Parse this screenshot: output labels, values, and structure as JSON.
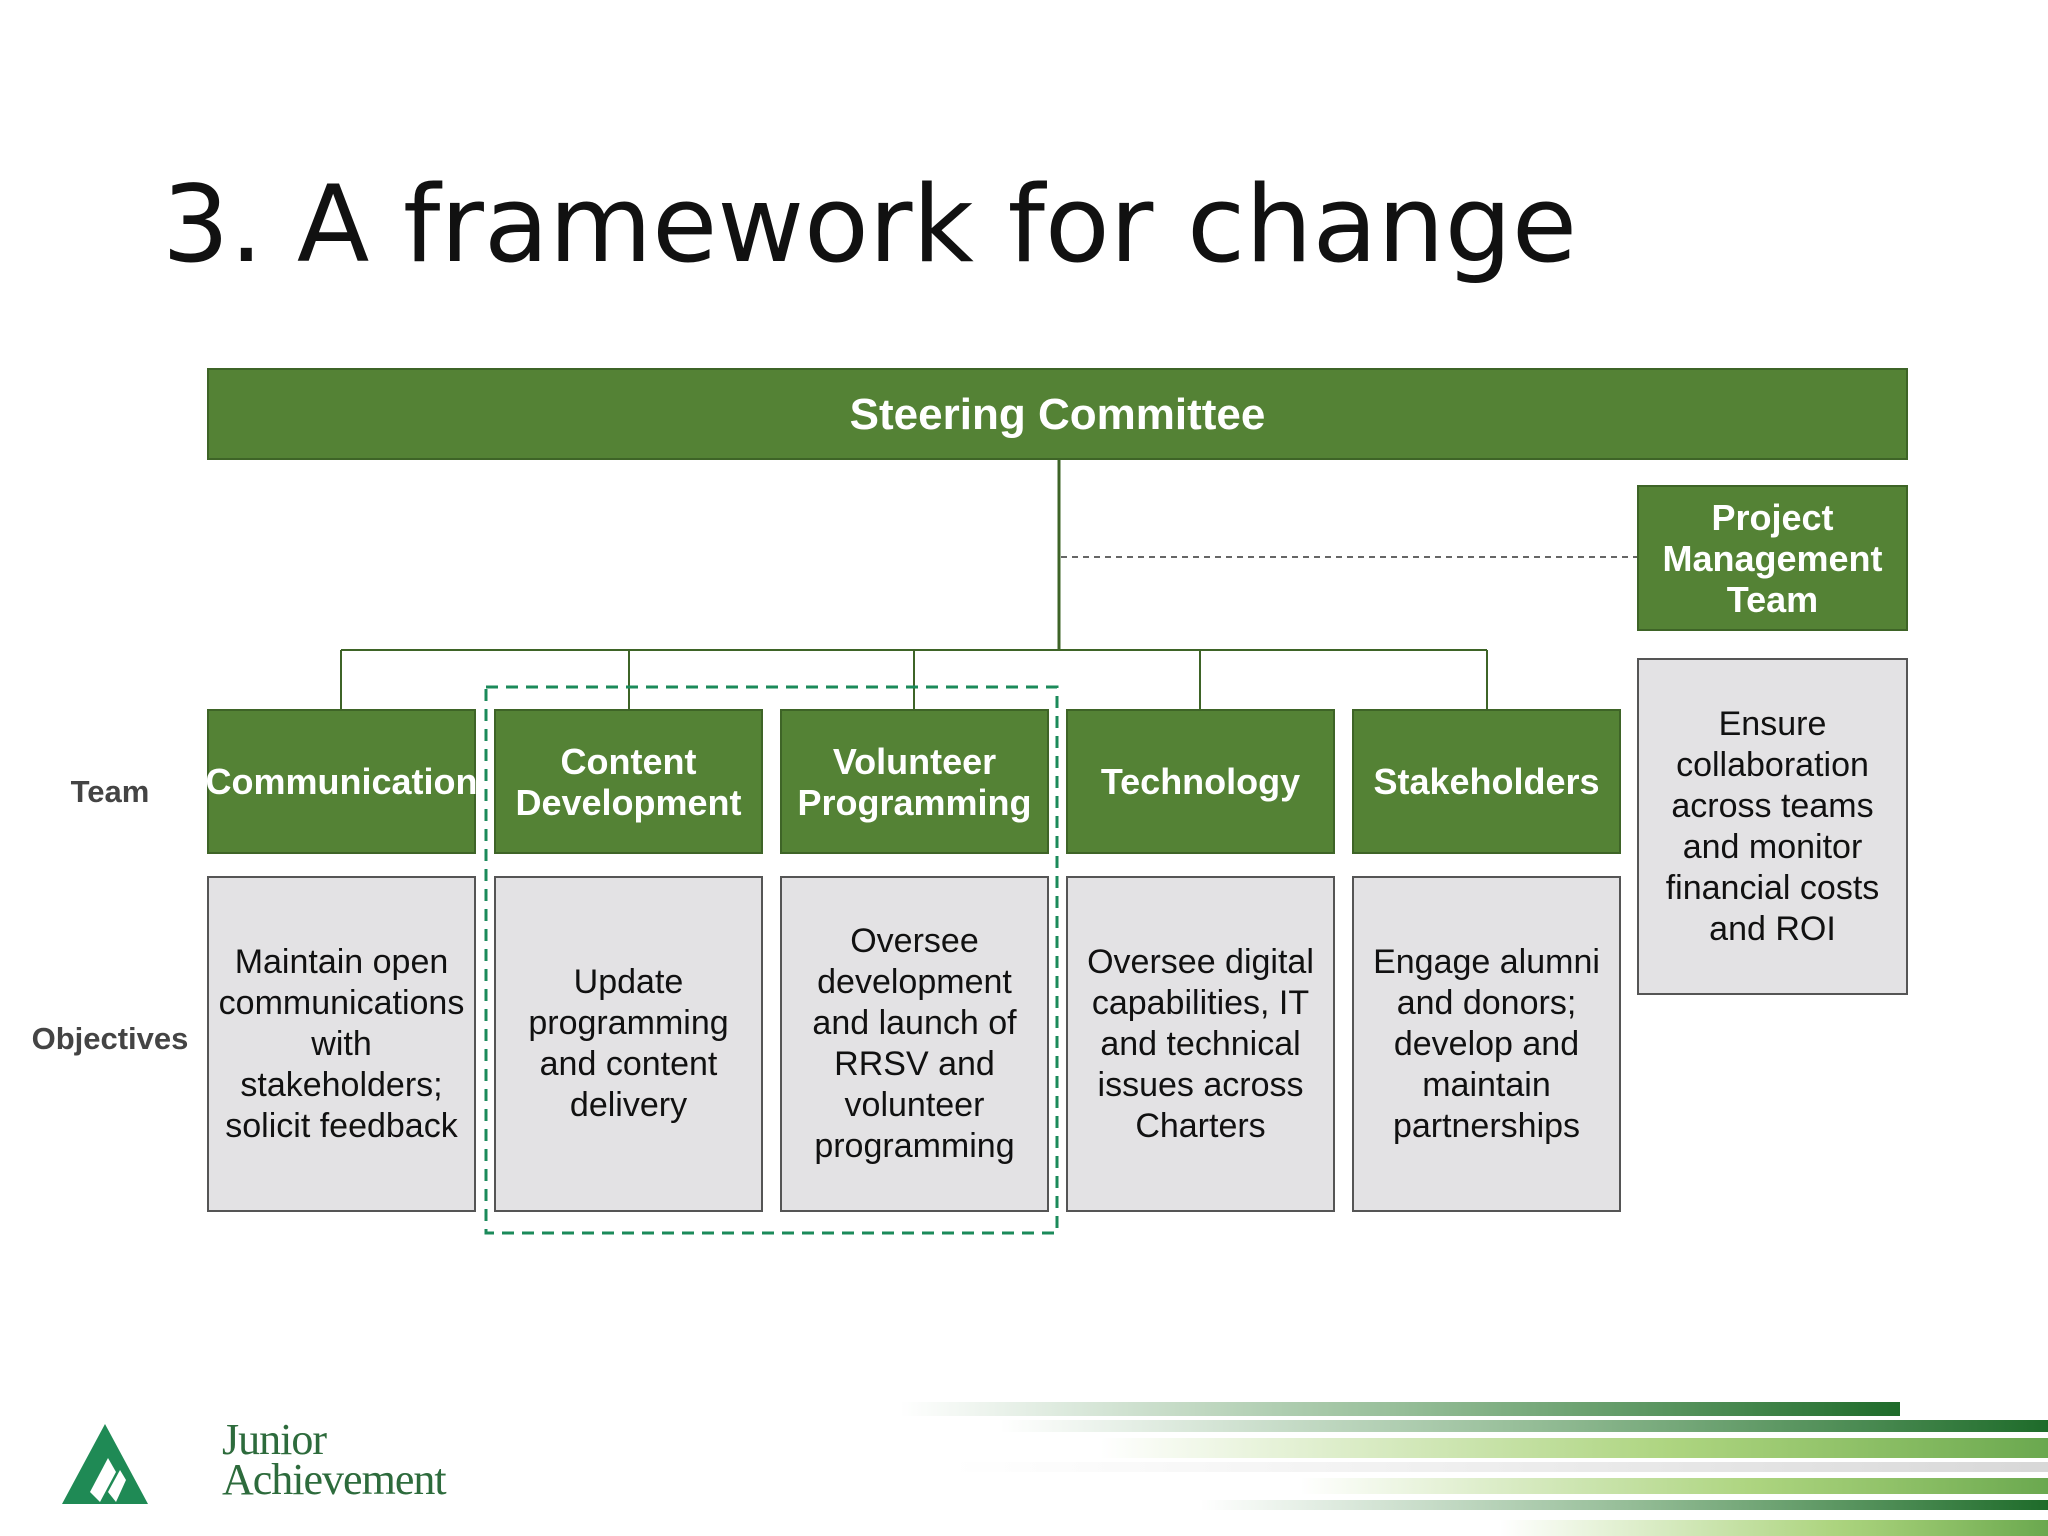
{
  "slide": {
    "title": "3. A framework for change"
  },
  "row_labels": {
    "team": "Team",
    "objectives": "Objectives"
  },
  "steering": {
    "label": "Steering Committee"
  },
  "pmt": {
    "label_lines": [
      "Project",
      "Management",
      "Team"
    ],
    "objective_lines": [
      "Ensure",
      "collaboration",
      "across teams",
      "and monitor",
      "financial costs",
      "and ROI"
    ]
  },
  "teams": [
    {
      "label_lines": [
        "Communication"
      ],
      "objective_lines": [
        "Maintain open",
        "communications",
        "with",
        "stakeholders;",
        "solicit feedback"
      ]
    },
    {
      "label_lines": [
        "Content",
        "Development"
      ],
      "objective_lines": [
        "Update",
        "programming",
        "and content",
        "delivery"
      ]
    },
    {
      "label_lines": [
        "Volunteer",
        "Programming"
      ],
      "objective_lines": [
        "Oversee",
        "development",
        "and launch of",
        "RRSV and",
        "volunteer",
        "programming"
      ]
    },
    {
      "label_lines": [
        "Technology"
      ],
      "objective_lines": [
        "Oversee digital",
        "capabilities, IT",
        "and technical",
        "issues across",
        "Charters"
      ]
    },
    {
      "label_lines": [
        "Stakeholders"
      ],
      "objective_lines": [
        "Engage alumni",
        "and donors;",
        "develop and",
        "maintain",
        "partnerships"
      ]
    }
  ],
  "logo": {
    "line1": "Junior",
    "line2": "Achievement"
  },
  "colors": {
    "green": "#548235",
    "gray_box": "#e3e2e4",
    "dashed_highlight": "#1b8a5a"
  }
}
